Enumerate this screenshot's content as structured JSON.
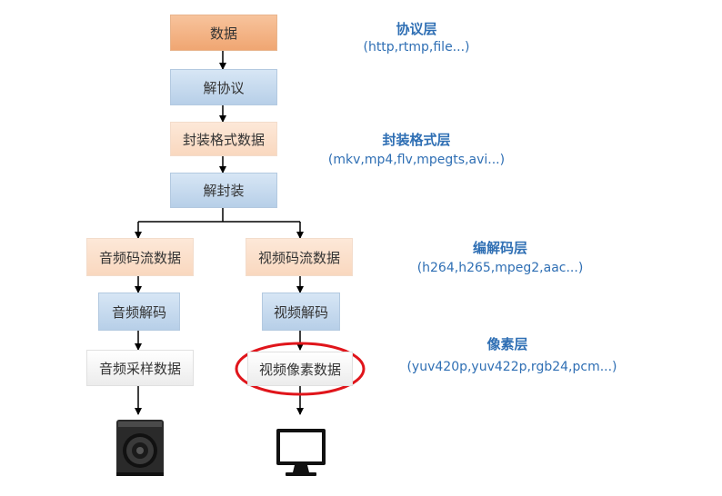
{
  "nodes": {
    "data": "数据",
    "deprotocol": "解协议",
    "container_data": "封装格式数据",
    "demux": "解封装",
    "audio_stream": "音频码流数据",
    "video_stream": "视频码流数据",
    "audio_decode": "音频解码",
    "video_decode": "视频解码",
    "audio_sample": "音频采样数据",
    "video_pixel": "视频像素数据"
  },
  "layers": [
    {
      "title": "协议层",
      "examples": "(http,rtmp,file...)"
    },
    {
      "title": "封装格式层",
      "examples": "(mkv,mp4,flv,mpegts,avi...)"
    },
    {
      "title": "编解码层",
      "examples": "(h264,h265,mpeg2,aac...)"
    },
    {
      "title": "像素层",
      "examples": "(yuv420p,yuv422p,rgb24,pcm...)"
    }
  ],
  "colors": {
    "layer_text": "#2f6fb4",
    "highlight": "#e0151b",
    "arrow": "#000000"
  },
  "icons": {
    "speaker": "speaker-icon",
    "monitor": "monitor-icon"
  }
}
